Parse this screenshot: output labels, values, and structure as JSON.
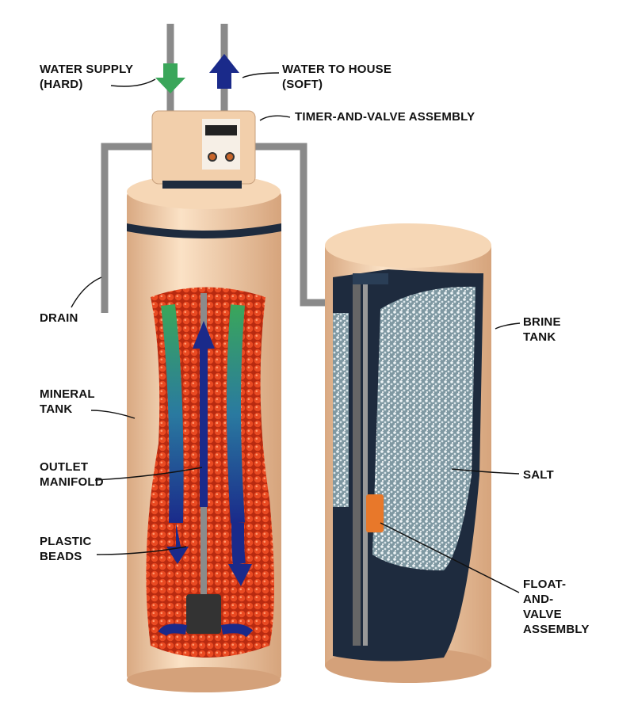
{
  "labels": {
    "water_supply": [
      "WATER SUPPLY",
      "(HARD)"
    ],
    "water_to_house": [
      "WATER TO HOUSE",
      "(SOFT)"
    ],
    "timer_valve": "TIMER-AND-VALVE ASSEMBLY",
    "drain": "DRAIN",
    "mineral_tank": [
      "MINERAL",
      "TANK"
    ],
    "outlet_manifold": [
      "OUTLET",
      "MANIFOLD"
    ],
    "plastic_beads": [
      "PLASTIC",
      "BEADS"
    ],
    "brine_tank": [
      "BRINE",
      "TANK"
    ],
    "salt": "SALT",
    "float_valve": [
      "FLOAT-",
      "AND-",
      "VALVE",
      "ASSEMBLY"
    ]
  },
  "colors": {
    "tank": "#f2cda8",
    "beads": "#e0401e",
    "hard_water": "#3aa65a",
    "soft_water": "#1a2a8a",
    "salt": "#9fb4bc",
    "float": "#e8782a"
  }
}
